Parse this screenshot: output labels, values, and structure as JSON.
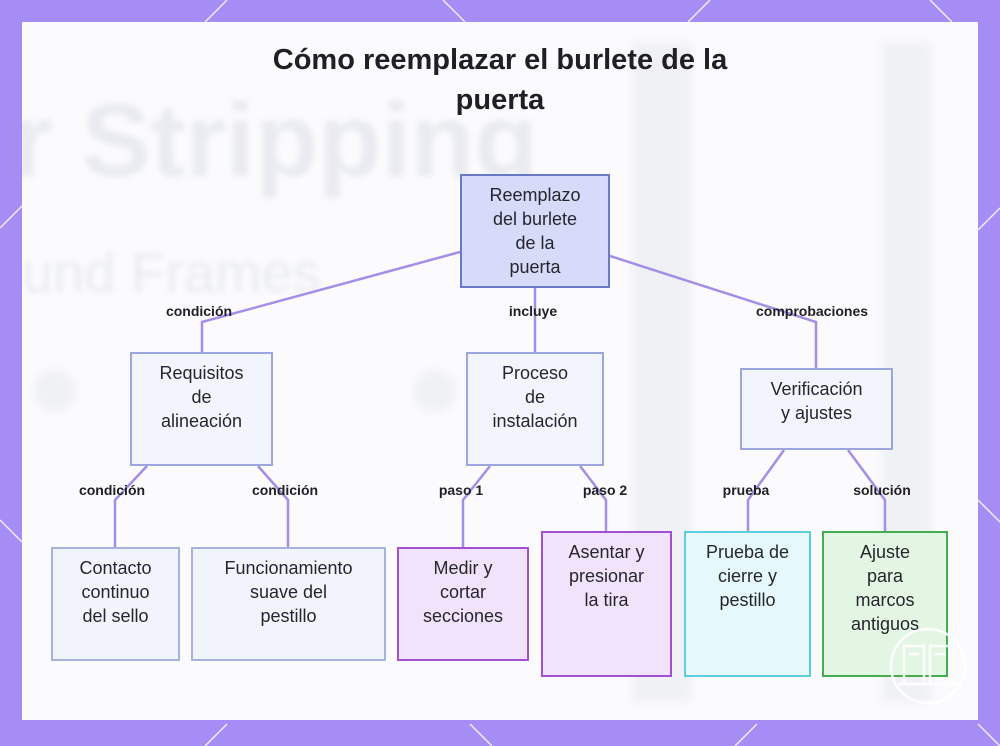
{
  "title_lines": [
    "Cómo reemplazar el burlete de la",
    "puerta"
  ],
  "background_text": [
    "r Stripping",
    "und Frames"
  ],
  "nodes": {
    "root": [
      "Reemplazo",
      "del burlete",
      "de la",
      "puerta"
    ],
    "alignment": [
      "Requisitos",
      "de",
      "alineación"
    ],
    "installation": [
      "Proceso",
      "de",
      "instalación"
    ],
    "verification": [
      "Verificación",
      "y ajustes"
    ],
    "seal_contact": [
      "Contacto",
      "continuo",
      "del sello"
    ],
    "latch_operation": [
      "Funcionamiento",
      "suave del",
      "pestillo"
    ],
    "measure_cut": [
      "Medir y",
      "cortar",
      "secciones"
    ],
    "seat_press": [
      "Asentar y",
      "presionar",
      "la tira"
    ],
    "closure_test": [
      "Prueba de",
      "cierre y",
      "pestillo"
    ],
    "old_frames": [
      "Ajuste",
      "para",
      "marcos",
      "antiguos"
    ]
  },
  "edge_labels": {
    "root_alignment": "condición",
    "root_installation": "incluye",
    "root_verification": "comprobaciones",
    "alignment_seal": "condición",
    "alignment_latch": "condición",
    "installation_measure": "paso 1",
    "installation_seat": "paso 2",
    "verification_test": "prueba",
    "verification_frames": "solución"
  },
  "colors": {
    "frame": "#a68cf5",
    "edge": "#a48ee8",
    "root_fill": "#d6dbfa",
    "root_border": "#6a78c8",
    "step_border": "#a34fd1",
    "test_border": "#5ccfdc",
    "solution_border": "#43ad4f"
  },
  "icons": {
    "corner_logo": "door-frame-logo-icon"
  }
}
